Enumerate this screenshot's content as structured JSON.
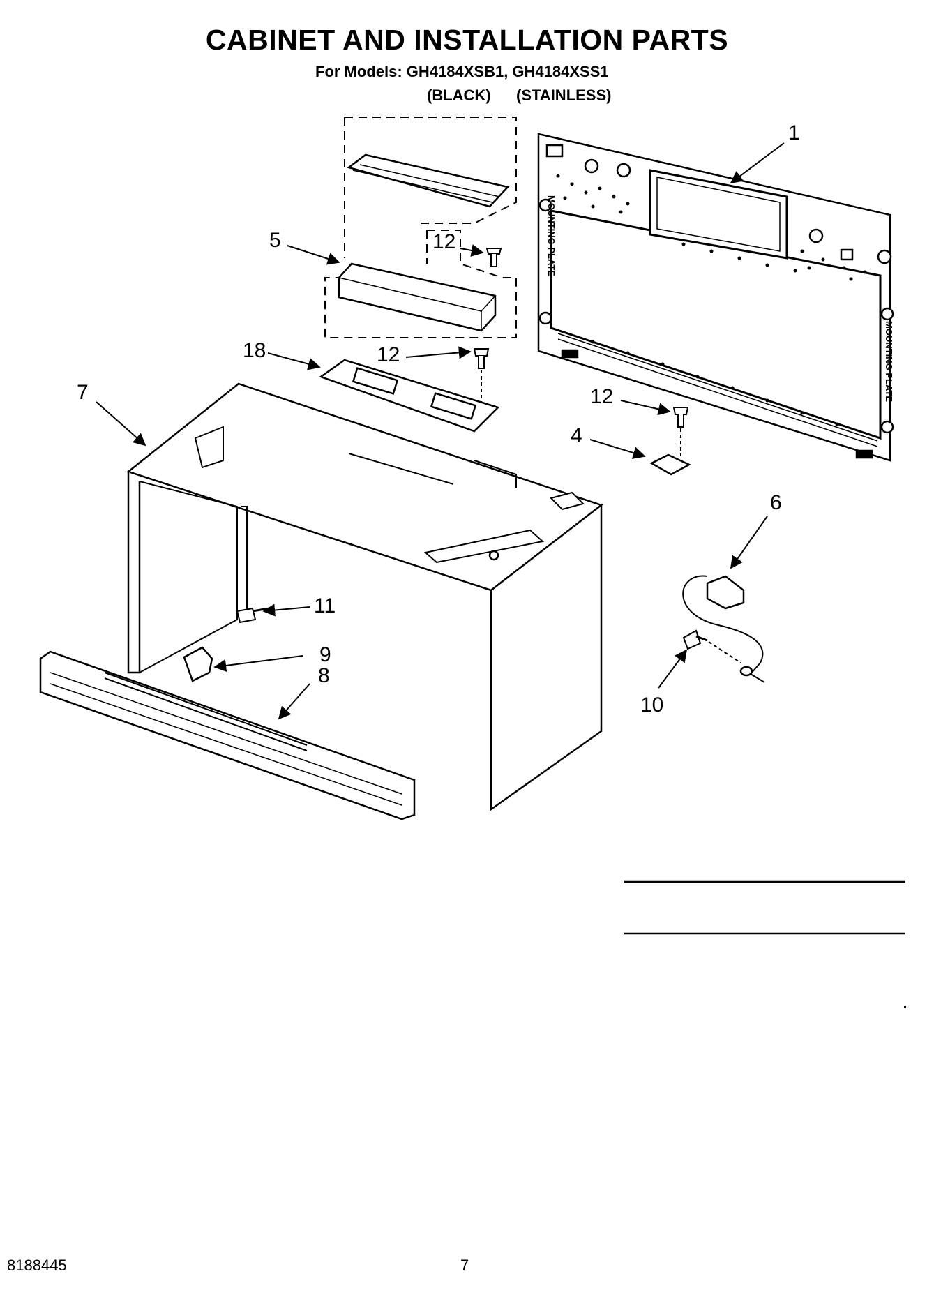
{
  "header": {
    "title": "CABINET AND INSTALLATION PARTS",
    "models_line": "For Models: GH4184XSB1, GH4184XSS1",
    "variant_black": "(BLACK)",
    "variant_stainless": "(STAINLESS)"
  },
  "callouts": {
    "c1": "1",
    "c4": "4",
    "c5": "5",
    "c6": "6",
    "c7": "7",
    "c8": "8",
    "c9": "9",
    "c10": "10",
    "c11": "11",
    "c12a": "12",
    "c12b": "12",
    "c12c": "12",
    "c18": "18"
  },
  "plate_text": "MOUNTING PLATE",
  "footer": {
    "doc_number": "8188445",
    "page_number": "7"
  }
}
